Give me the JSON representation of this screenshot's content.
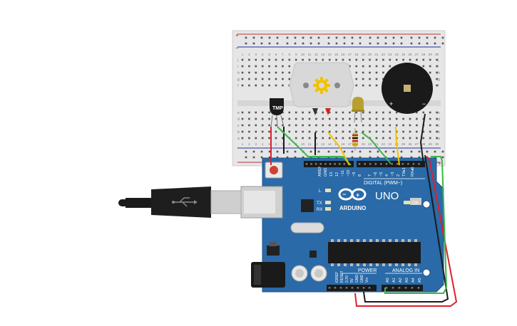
{
  "breadboard": {
    "row_letters_top": [
      "j",
      "i",
      "h",
      "g",
      "f"
    ],
    "row_letters_bottom": [
      "e",
      "d",
      "c",
      "b",
      "a"
    ],
    "column_numbers": [
      "1",
      "2",
      "3",
      "4",
      "5",
      "6",
      "7",
      "8",
      "9",
      "10",
      "11",
      "12",
      "13",
      "14",
      "15",
      "16",
      "17",
      "18",
      "19",
      "20",
      "21",
      "22",
      "23",
      "24",
      "25",
      "26",
      "27",
      "28",
      "29",
      "30"
    ],
    "rail_plus": "+",
    "rail_minus": "−"
  },
  "sensor": {
    "label": "TMP"
  },
  "buzzer": {
    "plus": "+",
    "minus": "−"
  },
  "arduino": {
    "brand": "ARDUINO",
    "model": "UNO",
    "digital_label": "DIGITAL (PWM~)",
    "power_label": "POWER",
    "analog_label": "ANALOG IN",
    "on_label": "ON",
    "led_l": "L",
    "led_tx": "TX",
    "led_rx": "RX",
    "digital_pins": [
      "AREF",
      "GND",
      "13",
      "12",
      "~11",
      "~10",
      "~9",
      "8",
      "7",
      "~6",
      "~5",
      "4",
      "~3",
      "2",
      "TX▸1",
      "RX◂0"
    ],
    "power_pins": [
      "IOREF",
      "RESET",
      "3.3V",
      "5V",
      "GND",
      "GND",
      "Vin"
    ],
    "analog_pins": [
      "A0",
      "A1",
      "A2",
      "A3",
      "A4",
      "A5"
    ]
  },
  "colors": {
    "board": "#2a6aa8",
    "breadboard": "#e6e6e6",
    "wire_red": "#e0202a",
    "wire_black": "#1a1a1a",
    "wire_green": "#3bb54a",
    "wire_yellow": "#f2c200",
    "motor_body": "#d8d8d8",
    "led": "#b8a030"
  }
}
